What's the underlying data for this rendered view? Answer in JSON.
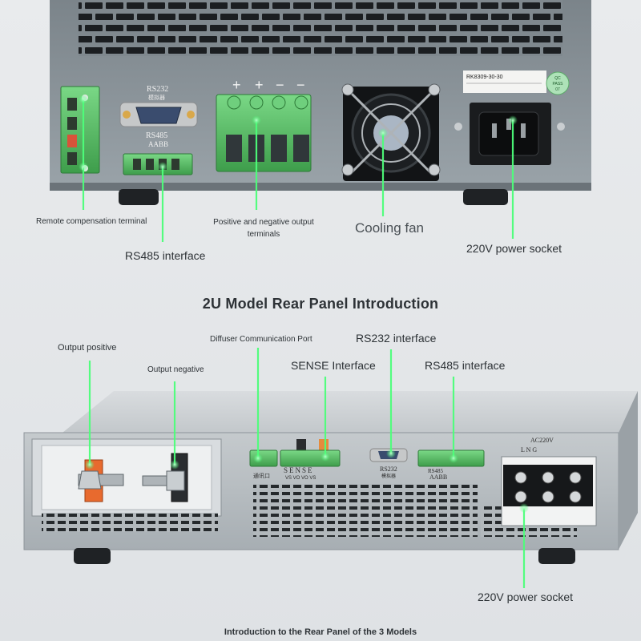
{
  "panels": {
    "top": {
      "model_tag": "RK8309-30-30",
      "panel_rs232": "RS232",
      "panel_rs232_sub": "模拟器",
      "panel_rs485": "RS485",
      "panel_aabb": "AABB",
      "qc_line1": "QC",
      "qc_line2": "PASS",
      "qc_line3": "07",
      "terminal_signs": [
        "+",
        "+",
        "−",
        "−"
      ]
    },
    "bottom": {
      "sense_label": "SENSE",
      "sense_sub": "VS VO   VO VS",
      "comm_label": "通讯口",
      "rs232_label": "RS232",
      "rs232_sub": "模拟器",
      "rs485_label": "RS485",
      "aabb_label": "AABB",
      "ac_label": "AC220V",
      "lng_label": "L    N    G"
    }
  },
  "callouts": {
    "remote_compensation": "Remote compensation terminal",
    "positive_negative_output": "Positive and negative output terminals",
    "cooling_fan": "Cooling fan",
    "power_socket_top": "220V power socket",
    "rs485_top": "RS485 interface",
    "output_positive": "Output positive",
    "output_negative": "Output negative",
    "diffuser_port": "Diffuser Communication Port",
    "sense_interface": "SENSE Interface",
    "rs232_interface": "RS232 interface",
    "rs485_bottom": "RS485 interface",
    "power_socket_bottom": "220V power socket"
  },
  "headings": {
    "middle": "2U Model Rear Panel Introduction",
    "footer": "Introduction to the Rear Panel of the 3 Models"
  },
  "colors": {
    "callout_green": "#4dff7a",
    "terminal_green": "#5cc46a",
    "chassis_gray": "#8e979d",
    "background": "#e6e8ea"
  }
}
